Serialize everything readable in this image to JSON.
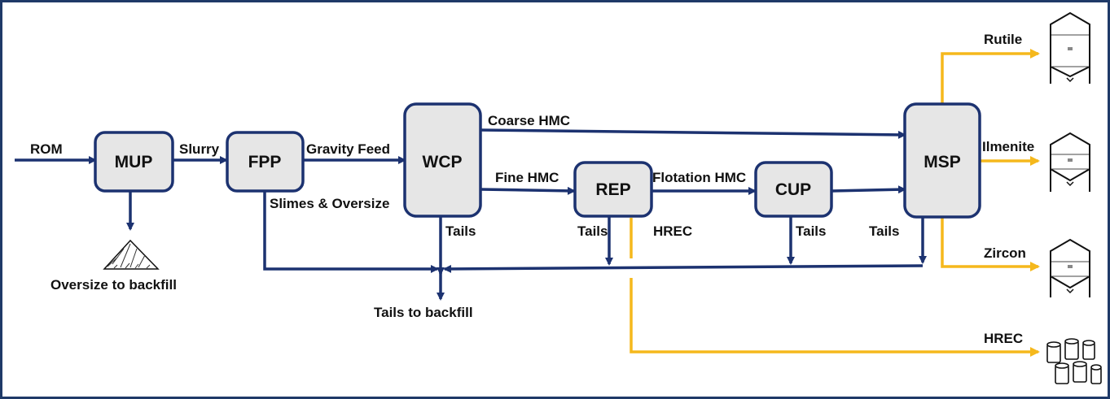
{
  "nodes": {
    "mup": "MUP",
    "fpp": "FPP",
    "wcp": "WCP",
    "rep": "REP",
    "cup": "CUP",
    "msp": "MSP"
  },
  "labels": {
    "rom": "ROM",
    "slurry": "Slurry",
    "gravity_feed": "Gravity Feed",
    "coarse_hmc": "Coarse HMC",
    "fine_hmc": "Fine HMC",
    "flotation_hmc": "Flotation HMC",
    "slimes_oversize": "Slimes & Oversize",
    "tails_wcp": "Tails",
    "tails_rep": "Tails",
    "hrec_rep": "HREC",
    "tails_cup": "Tails",
    "tails_msp": "Tails",
    "oversize_backfill": "Oversize to backfill",
    "tails_backfill": "Tails to backfill"
  },
  "products": {
    "rutile": "Rutile",
    "ilmenite": "Ilmenite",
    "zircon": "Zircon",
    "hrec": "HREC"
  },
  "colors": {
    "flow": "#1c3270",
    "product_flow": "#f5b81c",
    "box_fill": "#e6e6e6",
    "frame": "#1f3a68"
  }
}
